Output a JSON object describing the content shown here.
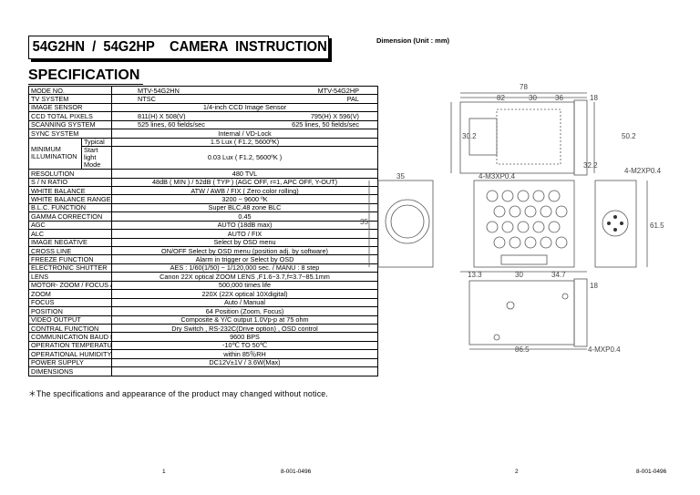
{
  "title": "54G2HN  /  54G2HP    CAMERA  INSTRUCTION",
  "section_heading": "SPECIFICATION",
  "spec_table": {
    "model_label": "MODE NO.",
    "model_n": "MTV-54G2HN",
    "model_p": "MTV-54G2HP",
    "rows": [
      {
        "label": "TV   SYSTEM",
        "n": "NTSC",
        "p": "PAL"
      },
      {
        "label": "IMAGE   SENSOR",
        "value": "1/4-inch    CCD    Image    Sensor"
      },
      {
        "label": "CCD TOTAL PIXELS",
        "n": "811(H) X 508(V)",
        "p": "795(H) X 596(V)"
      },
      {
        "label": "SCANNING SYSTEM",
        "n": "525 lines, 60 fields/sec",
        "p": "625 lines, 50 fields/sec"
      },
      {
        "label": "SYNC SYSTEM",
        "value": "Internal / VD-Lock"
      }
    ],
    "illumination": {
      "label": "MINIMUM ILLUMINATION",
      "typical_label": "Typical",
      "typical_value": "1.5 Lux      ( F1.2, 5600ºK)",
      "startlight_label": "Start light Mode",
      "startlight_value": "0.03 Lux      ( F1.2, 5600ºK )"
    },
    "rows2": [
      {
        "label": "RESOLUTION",
        "value": "480 TVL"
      },
      {
        "label": "S / N    RATIO",
        "value": "48dB ( MIN ) / 52dB ( TYP )       (AGC OFF, r=1, APC OFF, Y-OUT)"
      },
      {
        "label": "WHITE BALANCE",
        "value": "ATW / AWB / FIX    ( Zero color rolling)"
      },
      {
        "label": "WHITE BALANCE RANGE",
        "value": "3200 ~ 9600 ºK"
      },
      {
        "label": "B.L.C. FUNCTION",
        "value": "Super BLC,48 zone BLC"
      },
      {
        "label": "GAMMA CORRECTION",
        "value": "0.45"
      },
      {
        "label": "AGC",
        "value": "AUTO (18dB max)"
      },
      {
        "label": "ALC",
        "value": "AUTO / FIX"
      },
      {
        "label": "IMAGE NEGATIVE",
        "value": "Select by OSD menu"
      },
      {
        "label": "CROSS LINE",
        "value": "ON/OFF Select by OSD menu    (position adj. by software)"
      },
      {
        "label": "FREEZE FUNCTION",
        "value": "Alarm in trigger or Select by OSD"
      },
      {
        "label": "ELECTRONIC SHUTTER",
        "value": "AES : 1/60(1/50) ~ 1/120,000 sec.    /    MANU : 8 step"
      },
      {
        "label": "LENS",
        "value": "Canon 22X optical ZOOM LENS ,F1.6~3.7,f=3.7~85.1mm"
      },
      {
        "label": "MOTOR- ZOOM / FOCUS / IRIS",
        "value": "500,000 times life"
      },
      {
        "label": "ZOOM",
        "value": "220X    (22X optical 10Xdigital)"
      },
      {
        "label": "FOCUS",
        "value": "Auto / Manual"
      },
      {
        "label": "POSITION",
        "value": "64 Position    (Zoom, Focus)"
      },
      {
        "label": "VIDEO OUTPUT",
        "value": "Composite & Y/C output 1.0Vp-p at 75 ohm"
      },
      {
        "label": "CONTRAL FUNCTION",
        "value": "Dry Switch , RS-232C(Drive option) , OSD control"
      },
      {
        "label": "COMMUNICATION BAUD RATE",
        "value": "9600 BPS"
      },
      {
        "label": "OPERATION TEMPERATURE",
        "value": "-10℃  TO 50℃"
      },
      {
        "label": "OPERATIONAL    HUMIDITY",
        "value": "within 85％RH"
      },
      {
        "label": "POWER    SUPPLY",
        "value": "DC12V±1V / 3.6W(Max)"
      },
      {
        "label": "DIMENSIONS",
        "value": ""
      }
    ]
  },
  "note": "＊The specifications and appearance of the product may changed without notice.",
  "footer": {
    "page1": "1",
    "code1": "8-001-0496",
    "page2": "2",
    "code2": "8-001-0496"
  },
  "dimension_title": "Dimension    (Unit : mm)",
  "drawing_labels": {
    "w78": "78",
    "w82": "82",
    "w30": "30",
    "w36": "36",
    "w18": "18",
    "h302": "30.2",
    "h502": "50.2",
    "d322": "32.2",
    "m4m2": "4-M2XP0.4",
    "m4m3": "4-M3XP0.4",
    "w35": "35",
    "h35": "35",
    "h615": "61.5",
    "b133": "13.3",
    "b30": "30",
    "b347": "34.7",
    "b18": "18",
    "b865": "86.5",
    "m4m": "4-MXP0.4"
  }
}
